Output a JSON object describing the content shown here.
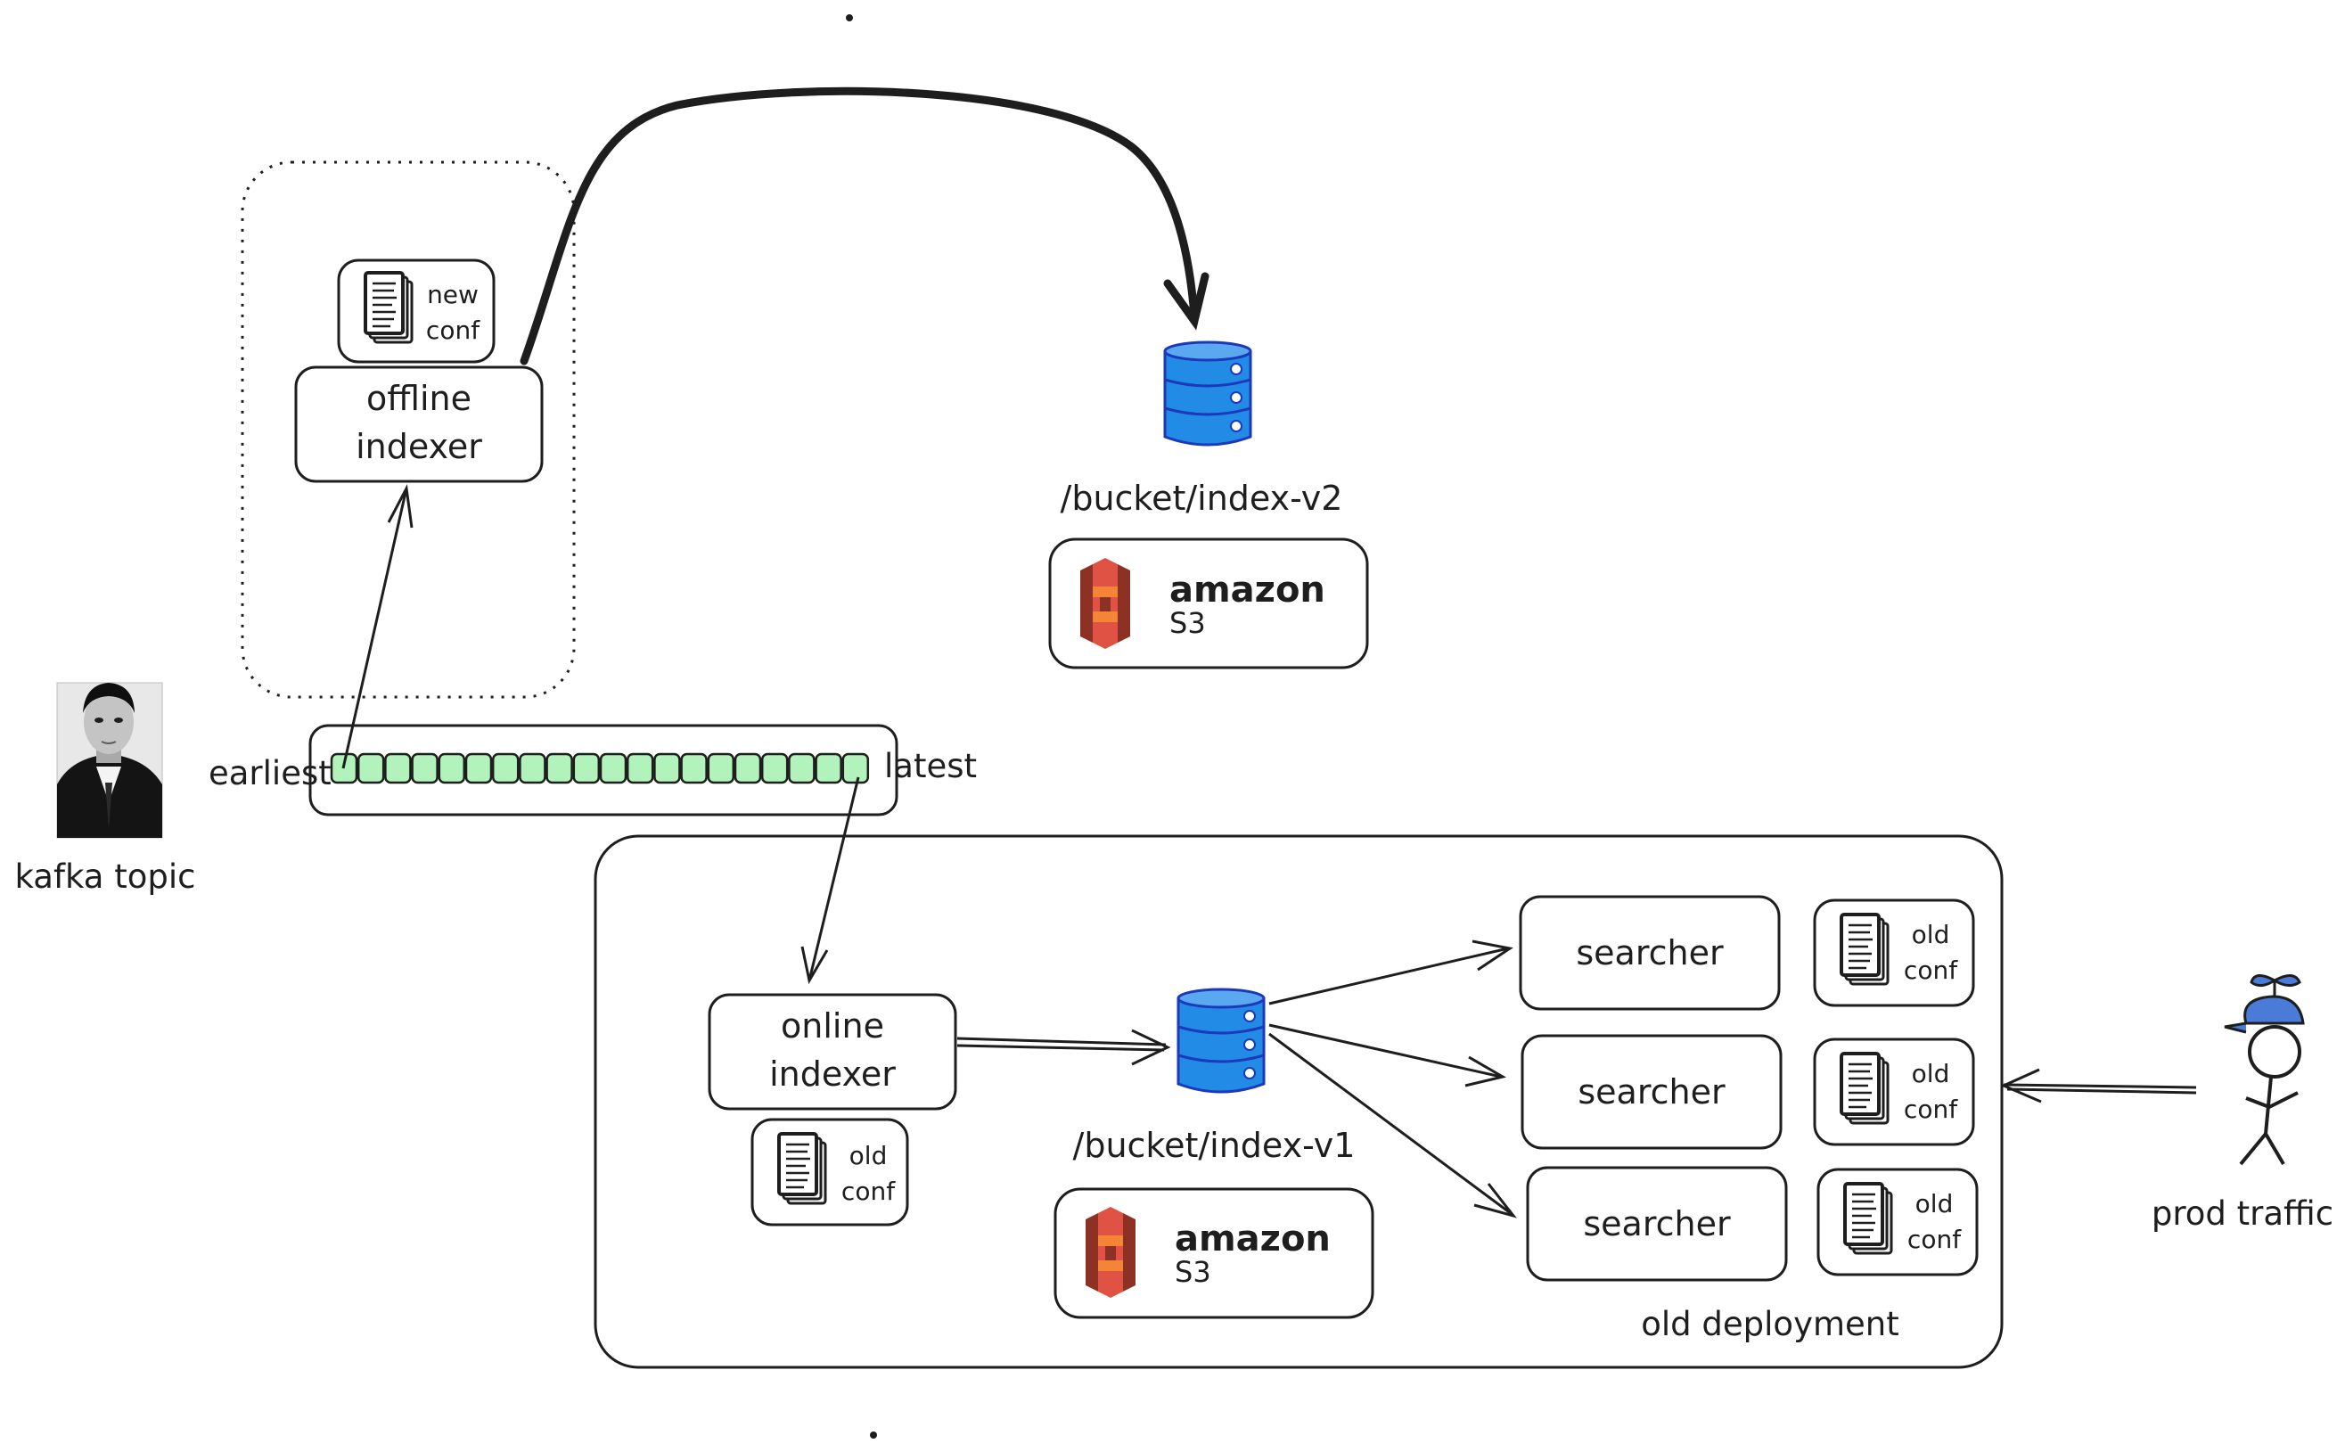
{
  "offline": {
    "label_line1": "offline",
    "label_line2": "indexer"
  },
  "new_conf": {
    "line1": "new",
    "line2": "conf"
  },
  "bucket_v2": {
    "path": "/bucket/index-v2"
  },
  "bucket_v1": {
    "path": "/bucket/index-v1"
  },
  "s3_logo": {
    "brand": "amazon",
    "product": "S3"
  },
  "kafka": {
    "caption": "kafka topic",
    "earliest": "earliest",
    "latest": "latest"
  },
  "online": {
    "label_line1": "online",
    "label_line2": "indexer"
  },
  "old_conf": {
    "line1": "old",
    "line2": "conf"
  },
  "searchers": [
    {
      "label": "searcher"
    },
    {
      "label": "searcher"
    },
    {
      "label": "searcher"
    }
  ],
  "deployment": {
    "label": "old deployment"
  },
  "traffic": {
    "label": "prod traffic"
  },
  "colors": {
    "db_blue": "#228be6",
    "db_outline": "#1c39bb",
    "s3_red": "#e05243",
    "s3_dark": "#8c3123",
    "queue_green": "#b2f2bb",
    "cap_blue": "#4a7bd8",
    "stroke": "#1e1e1e"
  }
}
